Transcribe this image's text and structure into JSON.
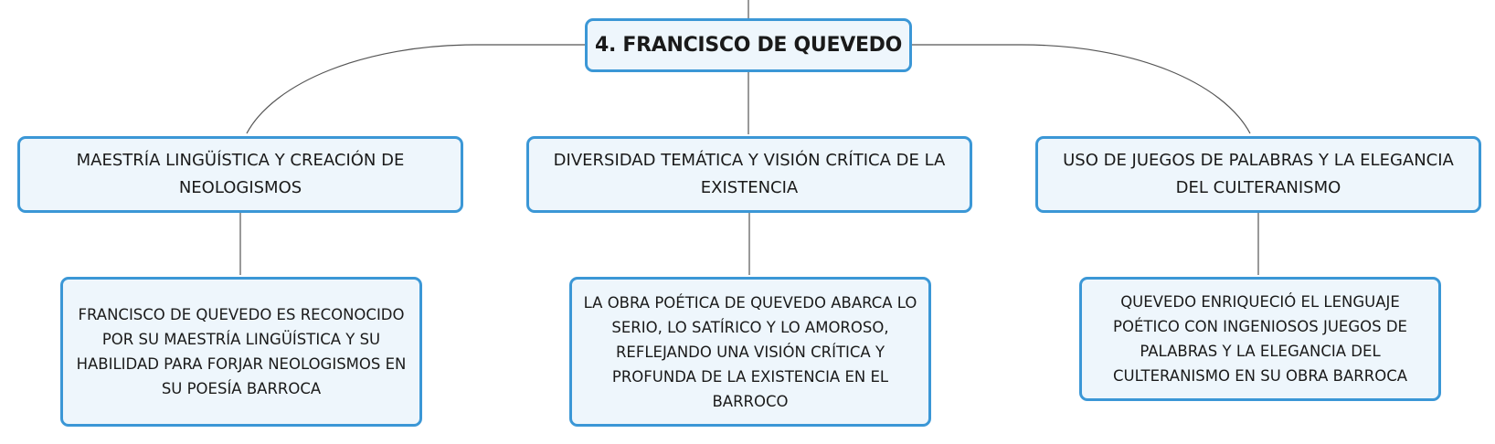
{
  "root": {
    "label": "4. FRANCISCO DE QUEVEDO"
  },
  "branches": [
    {
      "label": "MAESTRÍA LINGÜÍSTICA Y CREACIÓN DE NEOLOGISMOS",
      "detail": "FRANCISCO DE QUEVEDO ES RECONOCIDO POR SU MAESTRÍA LINGÜÍSTICA Y SU HABILIDAD PARA FORJAR NEOLOGISMOS EN SU POESÍA BARROCA"
    },
    {
      "label": "DIVERSIDAD TEMÁTICA Y VISIÓN CRÍTICA DE LA EXISTENCIA",
      "detail": "LA OBRA POÉTICA DE QUEVEDO ABARCA LO SERIO, LO SATÍRICO Y LO AMOROSO, REFLEJANDO UNA VISIÓN CRÍTICA Y PROFUNDA DE LA EXISTENCIA EN EL BARROCO"
    },
    {
      "label": "USO DE JUEGOS DE PALABRAS Y LA ELEGANCIA DEL CULTERANISMO",
      "detail": "QUEVEDO ENRIQUECIÓ EL LENGUAJE POÉTICO CON INGENIOSOS JUEGOS DE PALABRAS Y LA ELEGANCIA DEL CULTERANISMO EN SU OBRA BARROCA"
    }
  ],
  "colors": {
    "node_border": "#3b97d6",
    "node_fill": "#eef6fc",
    "connector": "#555555"
  }
}
